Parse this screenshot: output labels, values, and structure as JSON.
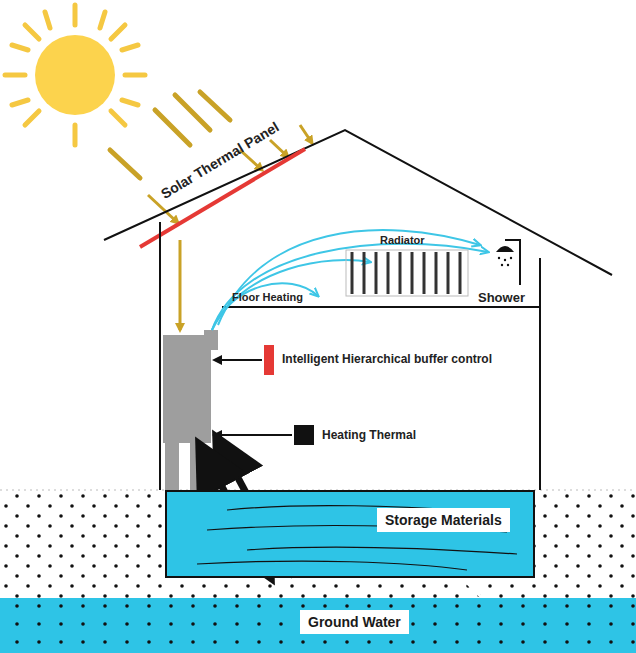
{
  "diagram": {
    "nodes": [
      {
        "text": [
          "Storage Materials"
        ]
      },
      {
        "text": [
          "Ground Water"
        ]
      }
    ],
    "edges": [
      {
        "from": 0,
        "to": 1,
        "arrow": "both"
      }
    ],
    "labels": [
      "Solar Thermal Panel",
      "Radiator",
      "Shower",
      "Floor Heating",
      "Intelligent Hierarchical  buffer control",
      "Heating Thermal"
    ]
  }
}
